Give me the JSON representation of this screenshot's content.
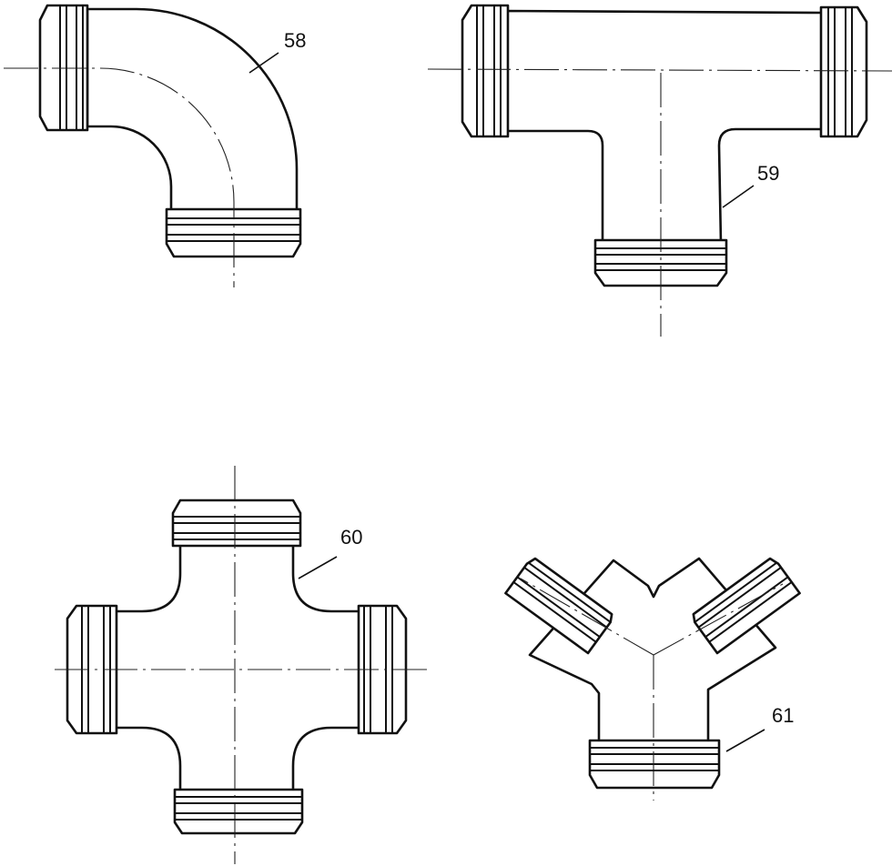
{
  "figure": {
    "parts": [
      {
        "id": "elbow",
        "label": "58"
      },
      {
        "id": "tee",
        "label": "59"
      },
      {
        "id": "cross",
        "label": "60"
      },
      {
        "id": "wye",
        "label": "61"
      }
    ]
  },
  "colors": {
    "line": "#111111",
    "background": "#ffffff"
  }
}
